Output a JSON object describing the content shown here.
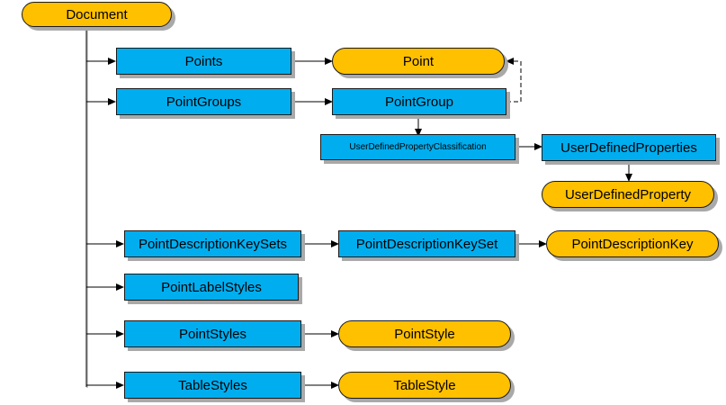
{
  "colors": {
    "collection": "#00aeef",
    "object": "#ffc000",
    "connector": "#000000"
  },
  "nodes": {
    "document": "Document",
    "points": "Points",
    "point": "Point",
    "point_groups": "PointGroups",
    "point_group": "PointGroup",
    "udp_classification": "UserDefinedPropertyClassification",
    "user_defined_properties": "UserDefinedProperties",
    "user_defined_property": "UserDefinedProperty",
    "point_description_key_sets": "PointDescriptionKeySets",
    "point_description_key_set": "PointDescriptionKeySet",
    "point_description_key": "PointDescriptionKey",
    "point_label_styles": "PointLabelStyles",
    "point_styles": "PointStyles",
    "point_style": "PointStyle",
    "table_styles": "TableStyles",
    "table_style": "TableStyle"
  }
}
